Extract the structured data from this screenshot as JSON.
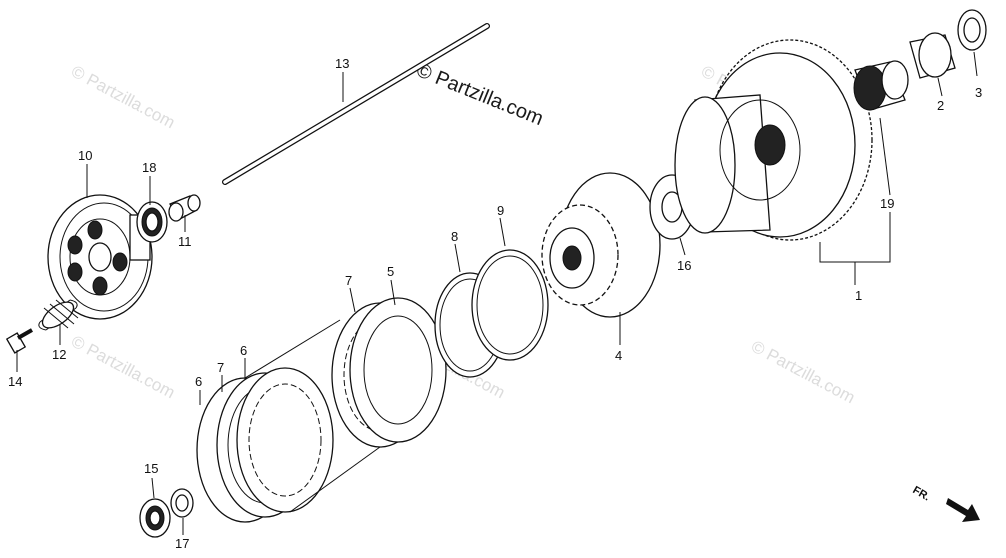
{
  "watermarks": {
    "main": "© Partzilla.com",
    "faint": "© Partzilla.com"
  },
  "labels": {
    "p1": "1",
    "p2": "2",
    "p3": "3",
    "p4": "4",
    "p5": "5",
    "p6a": "6",
    "p6b": "6",
    "p7a": "7",
    "p7b": "7",
    "p8": "8",
    "p9": "9",
    "p10": "10",
    "p11": "11",
    "p12": "12",
    "p13": "13",
    "p14": "14",
    "p15": "15",
    "p16": "16",
    "p17": "17",
    "p18": "18",
    "p19": "19"
  },
  "front_indicator": "FR."
}
